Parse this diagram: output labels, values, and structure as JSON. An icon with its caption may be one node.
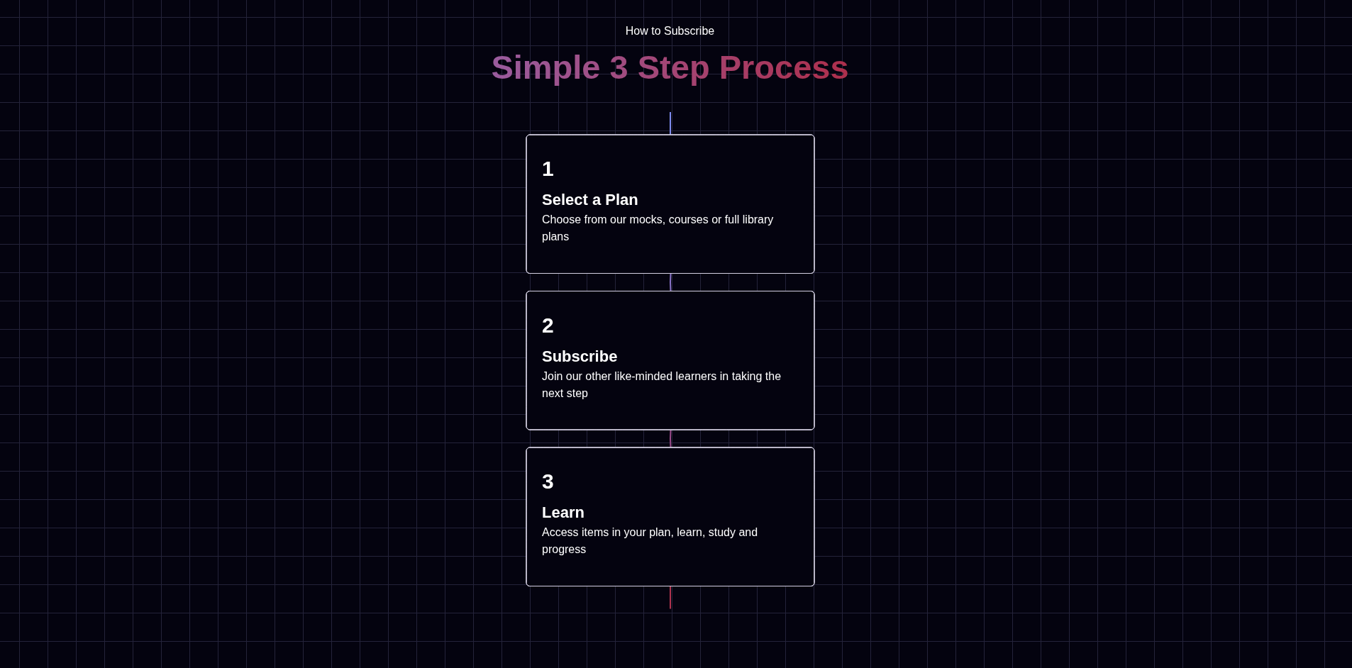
{
  "diagram": {
    "title": "Simple 3 Step Process",
    "nodes": [
      {
        "text": [
          "1",
          "Select a Plan",
          "Choose from our mocks, courses or full library plans"
        ]
      },
      {
        "text": [
          "2",
          "Subscribe",
          "Join our other like-minded learners in taking the next step"
        ]
      },
      {
        "text": [
          "3",
          "Learn",
          "Access items in your plan, learn, study and progress"
        ]
      }
    ],
    "edges": [
      {
        "from": null,
        "to": 0,
        "arrow": "none",
        "color": "#7f8cf0"
      },
      {
        "from": 0,
        "to": 1,
        "arrow": "none",
        "color": "#8a74c8"
      },
      {
        "from": 1,
        "to": 2,
        "arrow": "none",
        "color": "#9c4c8c"
      },
      {
        "from": 2,
        "to": null,
        "arrow": "none",
        "color": "#b0344f"
      }
    ],
    "labels": [
      "How to Subscribe"
    ]
  }
}
